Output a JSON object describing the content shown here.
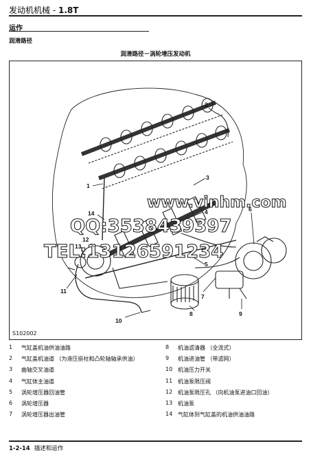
{
  "header": {
    "title_prefix": "发动机机械 - ",
    "title_suffix": "1.8T"
  },
  "section": {
    "label": "运作"
  },
  "subsection": {
    "label": "润滑路径"
  },
  "figure": {
    "caption": "润滑路径－涡轮增压发动机",
    "code": "S102002",
    "callouts": [
      "1",
      "2",
      "3",
      "4",
      "5",
      "6",
      "7",
      "8",
      "9",
      "10",
      "11",
      "12",
      "13",
      "14"
    ]
  },
  "legend": {
    "left": [
      {
        "num": "1",
        "text": "气缸盖机油供油油路"
      },
      {
        "num": "2",
        "text": "气缸盖机油道 （为液压挺柱和凸轮轴轴承供油）"
      },
      {
        "num": "3",
        "text": "曲轴交叉油道"
      },
      {
        "num": "4",
        "text": "气缸体主油道"
      },
      {
        "num": "5",
        "text": "涡轮增压器回油管"
      },
      {
        "num": "6",
        "text": "涡轮增压器"
      },
      {
        "num": "7",
        "text": "涡轮增压器出油管"
      }
    ],
    "right": [
      {
        "num": "8",
        "text": "机油滤清器 （全流式）"
      },
      {
        "num": "9",
        "text": "机油进油管 （带滤网）"
      },
      {
        "num": "10",
        "text": "机油压力开关"
      },
      {
        "num": "11",
        "text": "机油泵限压阀"
      },
      {
        "num": "12",
        "text": "机油泵限压孔 （向机油泵进油口回油）"
      },
      {
        "num": "13",
        "text": "机油泵"
      },
      {
        "num": "14",
        "text": "气缸体到气缸盖的机油供油油路"
      }
    ]
  },
  "watermark": {
    "line1": "www.vinhm.com",
    "line2": "QQ:3538439397",
    "line3": "TEL:13126591234"
  },
  "footer": {
    "page_number": "1-2-14",
    "title": "描述和运作"
  }
}
